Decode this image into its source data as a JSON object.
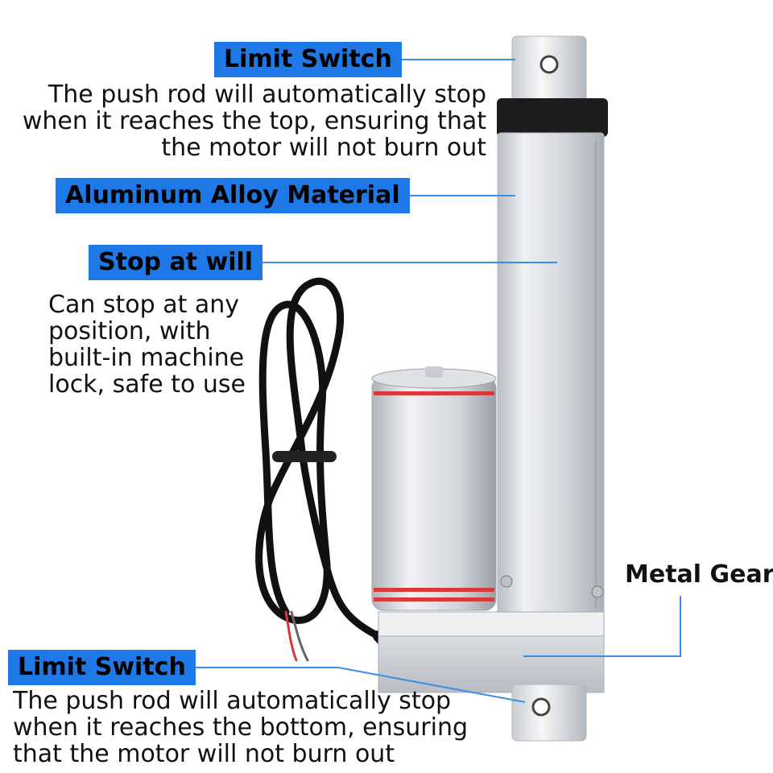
{
  "callouts": {
    "top_limit": {
      "title": "Limit Switch",
      "lines": [
        "The push rod will automatically stop",
        "when it reaches the top, ensuring that",
        "the motor will not burn out"
      ]
    },
    "material": {
      "title": "Aluminum Alloy Material"
    },
    "stop": {
      "title": "Stop at will",
      "lines": [
        "Can stop at any",
        "position, with",
        "built-in machine",
        "lock, safe to use"
      ]
    },
    "gear": {
      "title": "Metal Gear"
    },
    "bottom_limit": {
      "title": "Limit Switch",
      "lines": [
        "The push rod will automatically stop",
        "when it reaches the bottom, ensuring",
        "that the motor will not burn out"
      ]
    }
  },
  "colors": {
    "label_bg": "#1e78e6",
    "leader_line": "#3a8ee6",
    "aluminum": "#d9dde2",
    "cable": "#111111",
    "red_band": "#d83a3a"
  }
}
